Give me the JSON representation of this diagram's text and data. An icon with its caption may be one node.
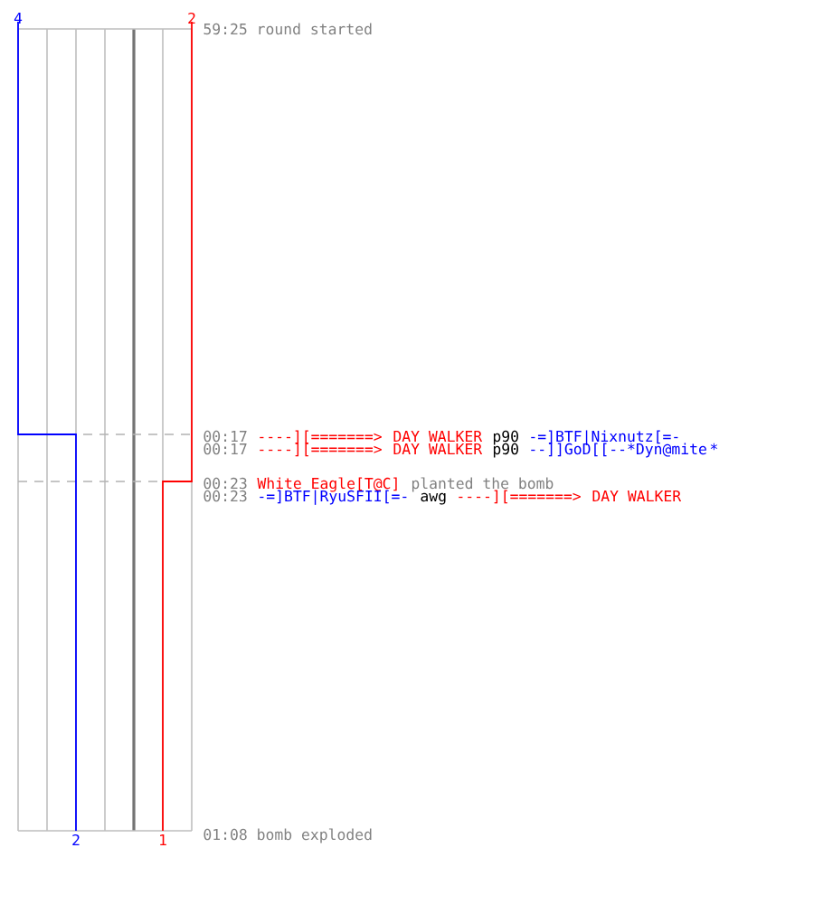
{
  "diagram": {
    "labels": [
      "4",
      "2",
      "59:25 round started",
      "00:17",
      "----][=======>",
      "DAY WALKER",
      "p90",
      "-=]BTF|Nixnutz[=-",
      "00:17",
      "----][=======>",
      "DAY WALKER",
      "p90",
      "--]]GoD[[--*Dyn@mite",
      "*",
      "00:23",
      "White Eagle[T@C]",
      "planted the bomb",
      "00:23",
      "-=]BTF|RyuSFII[=-",
      "awg",
      "----][=======>",
      "DAY WALKER",
      "2",
      "1",
      "01:08 bomb exploded"
    ]
  }
}
